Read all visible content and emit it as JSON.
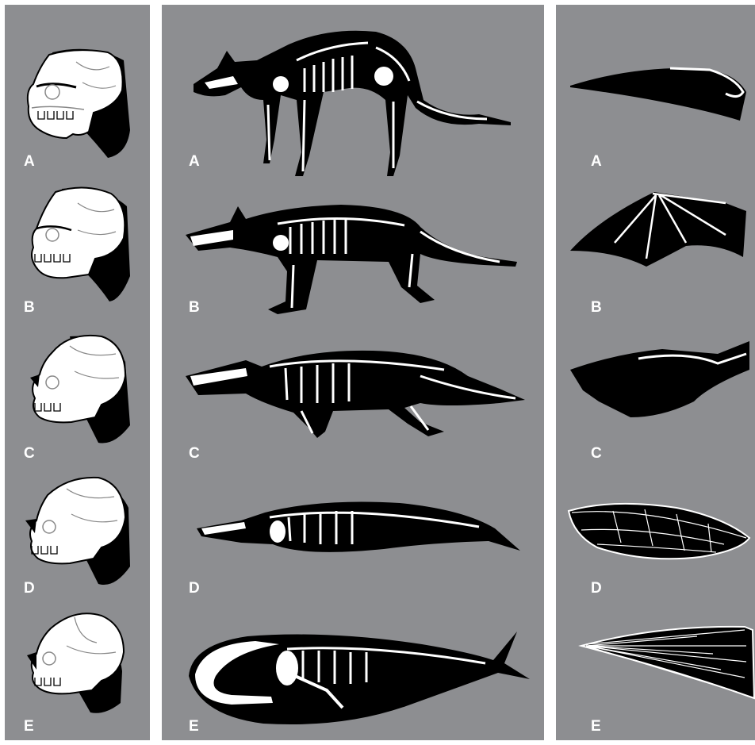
{
  "panels": [
    {
      "labels": [
        "A",
        "B",
        "C",
        "D",
        "E"
      ],
      "figures": [
        "ape-skull",
        "australopith-skull",
        "early-homo-skull",
        "homo-erectus-skull",
        "human-skull"
      ]
    },
    {
      "labels": [
        "A",
        "B",
        "C",
        "D",
        "E"
      ],
      "figures": [
        "pakicetus-skeleton",
        "ambulocetus-skeleton",
        "rodhocetus-skeleton",
        "dorudon-skeleton",
        "baleen-whale-skeleton"
      ]
    },
    {
      "labels": [
        "A",
        "B",
        "C",
        "D",
        "E"
      ],
      "figures": [
        "pterosaur-wing",
        "bat-wing",
        "bird-wing",
        "insect-wing",
        "insect-wing-veined"
      ]
    }
  ],
  "colors": {
    "panel_bg": "#8d8e91",
    "silhouette": "#000000",
    "bone": "#ffffff",
    "separator": "#ffffff"
  }
}
